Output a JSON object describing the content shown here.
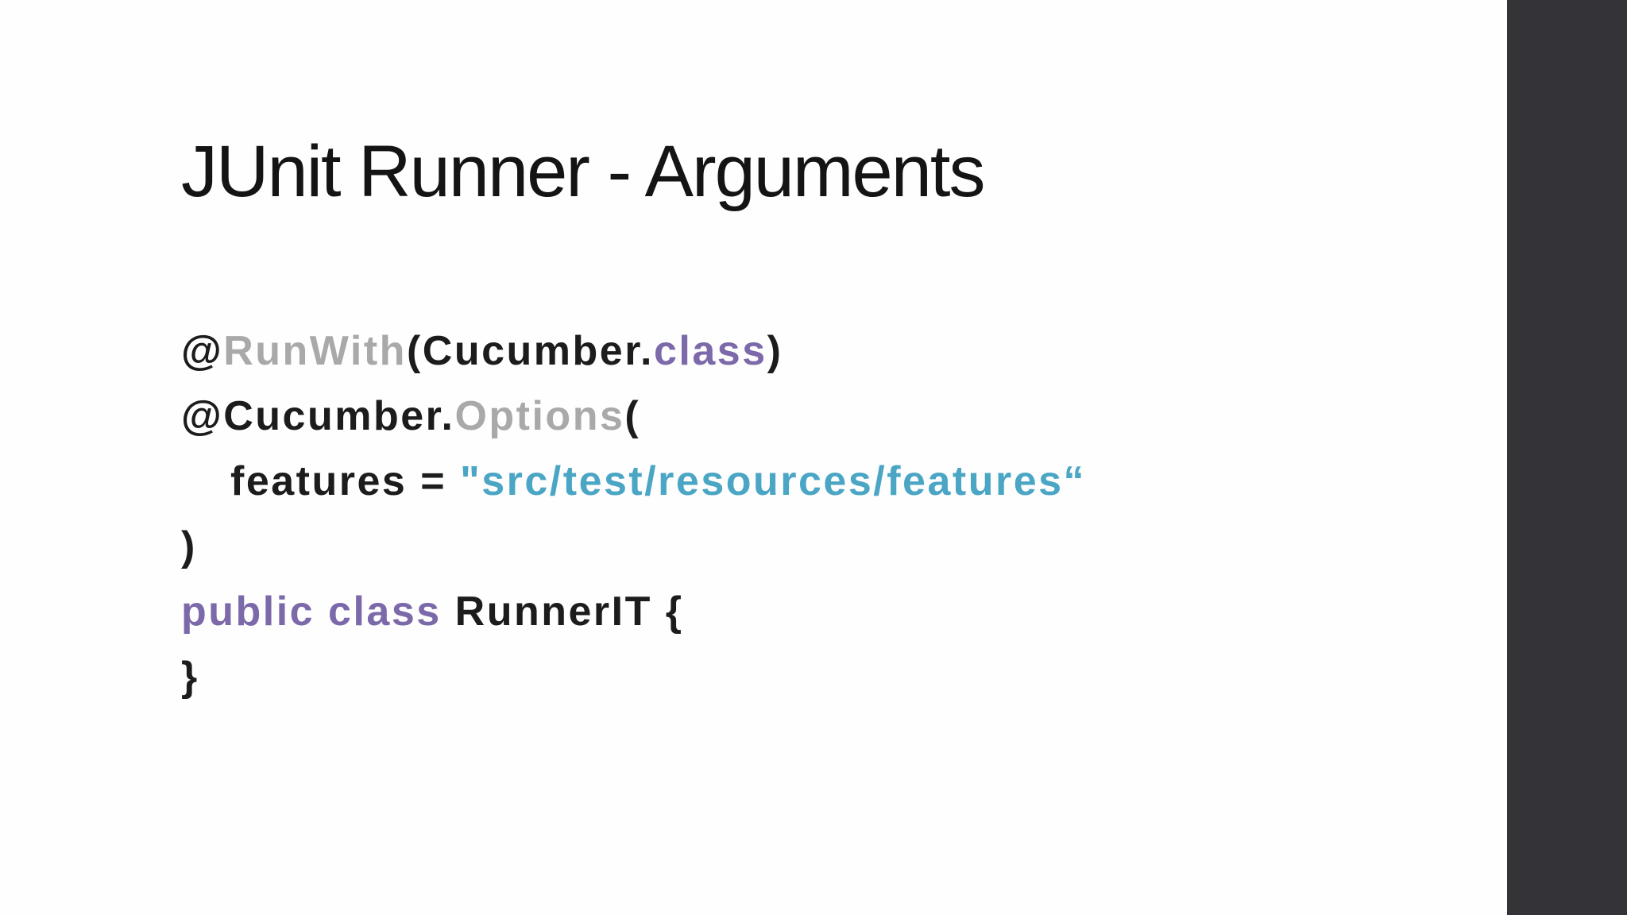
{
  "slide": {
    "title": "JUnit Runner - Arguments",
    "code": {
      "lines": [
        {
          "indent": false,
          "segments": [
            {
              "text": "@",
              "color": "code_black"
            },
            {
              "text": "RunWith",
              "color": "code_gray"
            },
            {
              "text": "(Cucumber.",
              "color": "code_black"
            },
            {
              "text": "class",
              "color": "code_purple"
            },
            {
              "text": ")",
              "color": "code_black"
            }
          ]
        },
        {
          "indent": false,
          "segments": [
            {
              "text": "@Cucumber.",
              "color": "code_black"
            },
            {
              "text": "Options",
              "color": "code_gray"
            },
            {
              "text": "(",
              "color": "code_black"
            }
          ]
        },
        {
          "indent": true,
          "segments": [
            {
              "text": "features = ",
              "color": "code_black"
            },
            {
              "text": "\"src/test/resources/features“",
              "color": "code_string_teal"
            }
          ]
        },
        {
          "indent": false,
          "segments": [
            {
              "text": ")",
              "color": "code_black"
            }
          ]
        },
        {
          "indent": false,
          "segments": [
            {
              "text": "public class ",
              "color": "code_purple"
            },
            {
              "text": "RunnerIT {",
              "color": "code_black"
            }
          ]
        },
        {
          "indent": false,
          "segments": [
            {
              "text": "}",
              "color": "code_black"
            }
          ]
        }
      ]
    }
  },
  "colors": {
    "background": "#fefefe",
    "title_black": "#141414",
    "code_black": "#1c1c1c",
    "code_gray": "#a9a9a9",
    "code_purple": "#7c69a9",
    "code_string_teal": "#4aa6c4",
    "letterbox": "#343438"
  }
}
